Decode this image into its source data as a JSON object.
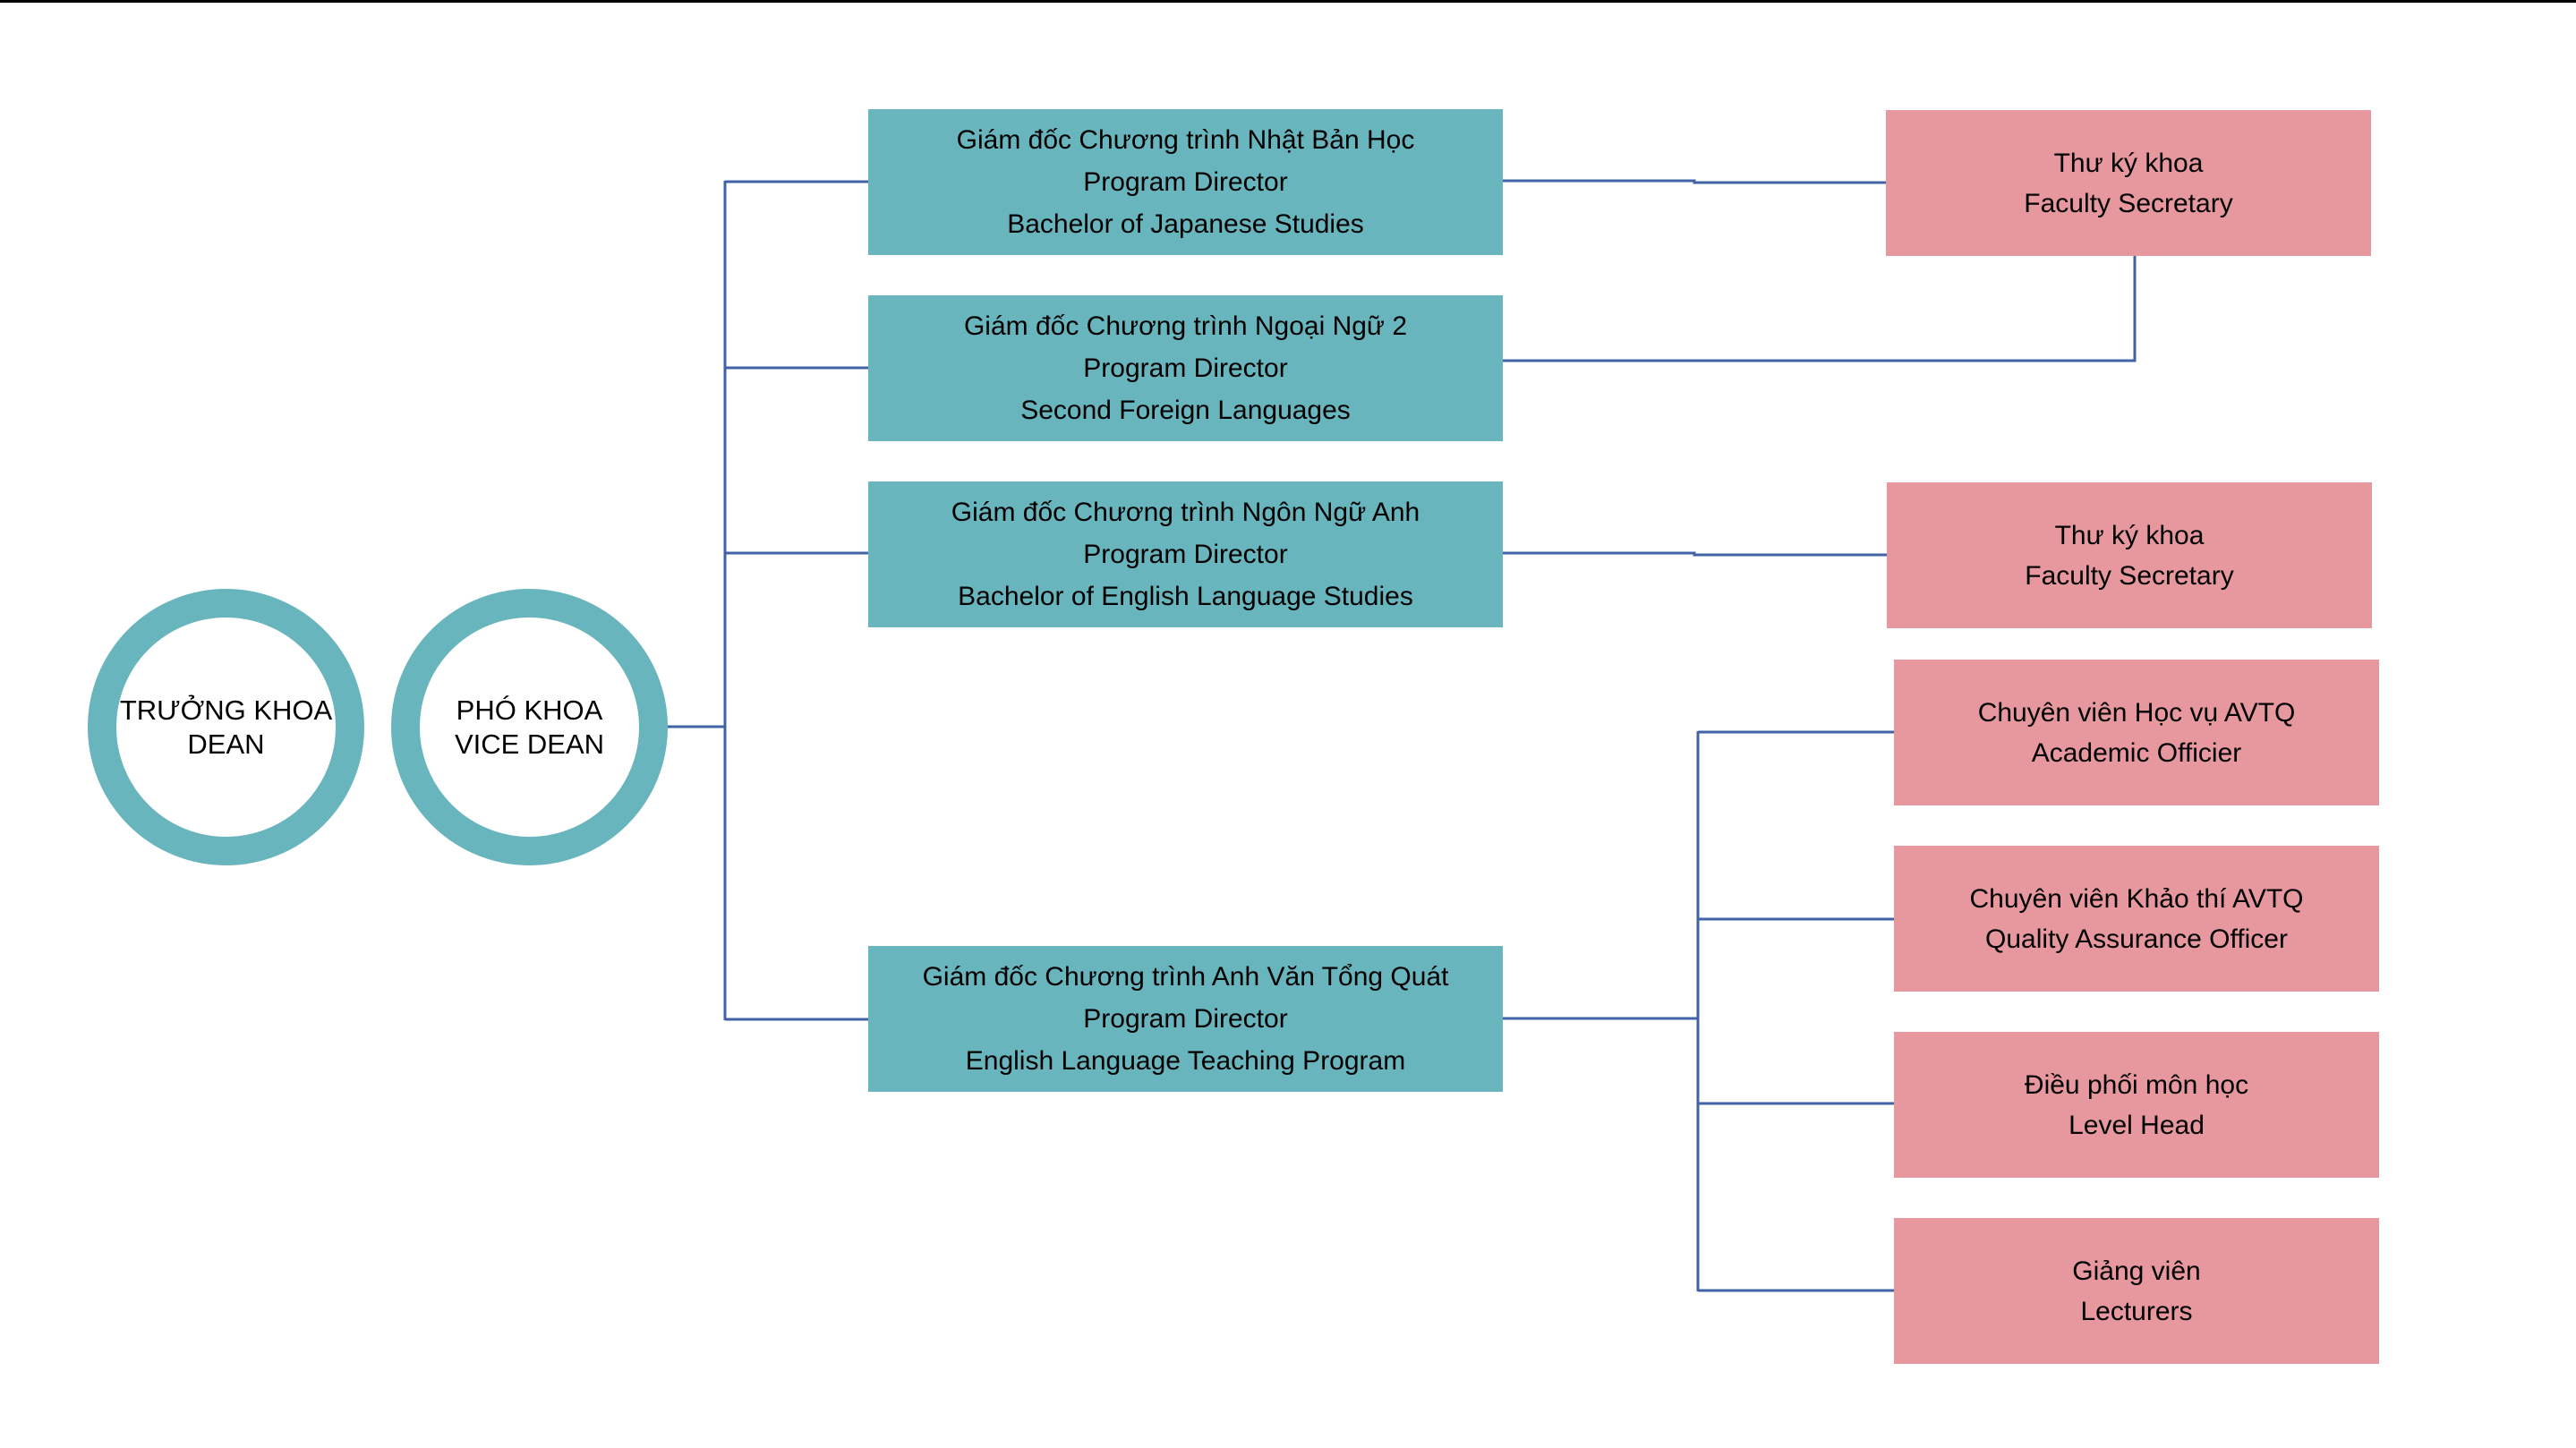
{
  "colors": {
    "leader_ring": "#68b5bd",
    "program_box": "#68b5bd",
    "staff_box": "#e6989e",
    "connector": "#4262a6",
    "text": "#000000"
  },
  "leaders": [
    {
      "vi": "TRƯỞNG KHOA",
      "en": "DEAN"
    },
    {
      "vi": "PHÓ KHOA",
      "en": "VICE DEAN"
    }
  ],
  "programs": [
    {
      "vi": "Giám đốc Chương trình Nhật Bản Học",
      "role": "Program Director",
      "program": "Bachelor of Japanese Studies"
    },
    {
      "vi": "Giám đốc Chương trình Ngoại Ngữ 2",
      "role": "Program Director",
      "program": "Second Foreign Languages"
    },
    {
      "vi": "Giám đốc Chương trình Ngôn Ngữ Anh",
      "role": "Program Director",
      "program": "Bachelor of English Language Studies"
    },
    {
      "vi": "Giám đốc Chương trình Anh Văn Tổng Quát",
      "role": "Program Director",
      "program": "English Language Teaching Program"
    }
  ],
  "staff": [
    {
      "vi": "Thư ký khoa",
      "en": "Faculty Secretary",
      "reports_to": [
        0,
        1
      ]
    },
    {
      "vi": "Thư ký khoa",
      "en": "Faculty Secretary",
      "reports_to": [
        2
      ]
    },
    {
      "vi": "Chuyên viên Học vụ AVTQ",
      "en": "Academic Officier",
      "reports_to": [
        3
      ]
    },
    {
      "vi": "Chuyên viên Khảo thí AVTQ",
      "en": "Quality Assurance Officer",
      "reports_to": [
        3
      ]
    },
    {
      "vi": "Điều phối môn học",
      "en": "Level Head",
      "reports_to": [
        3
      ]
    },
    {
      "vi": "Giảng viên",
      "en": "Lecturers",
      "reports_to": [
        3
      ]
    }
  ]
}
